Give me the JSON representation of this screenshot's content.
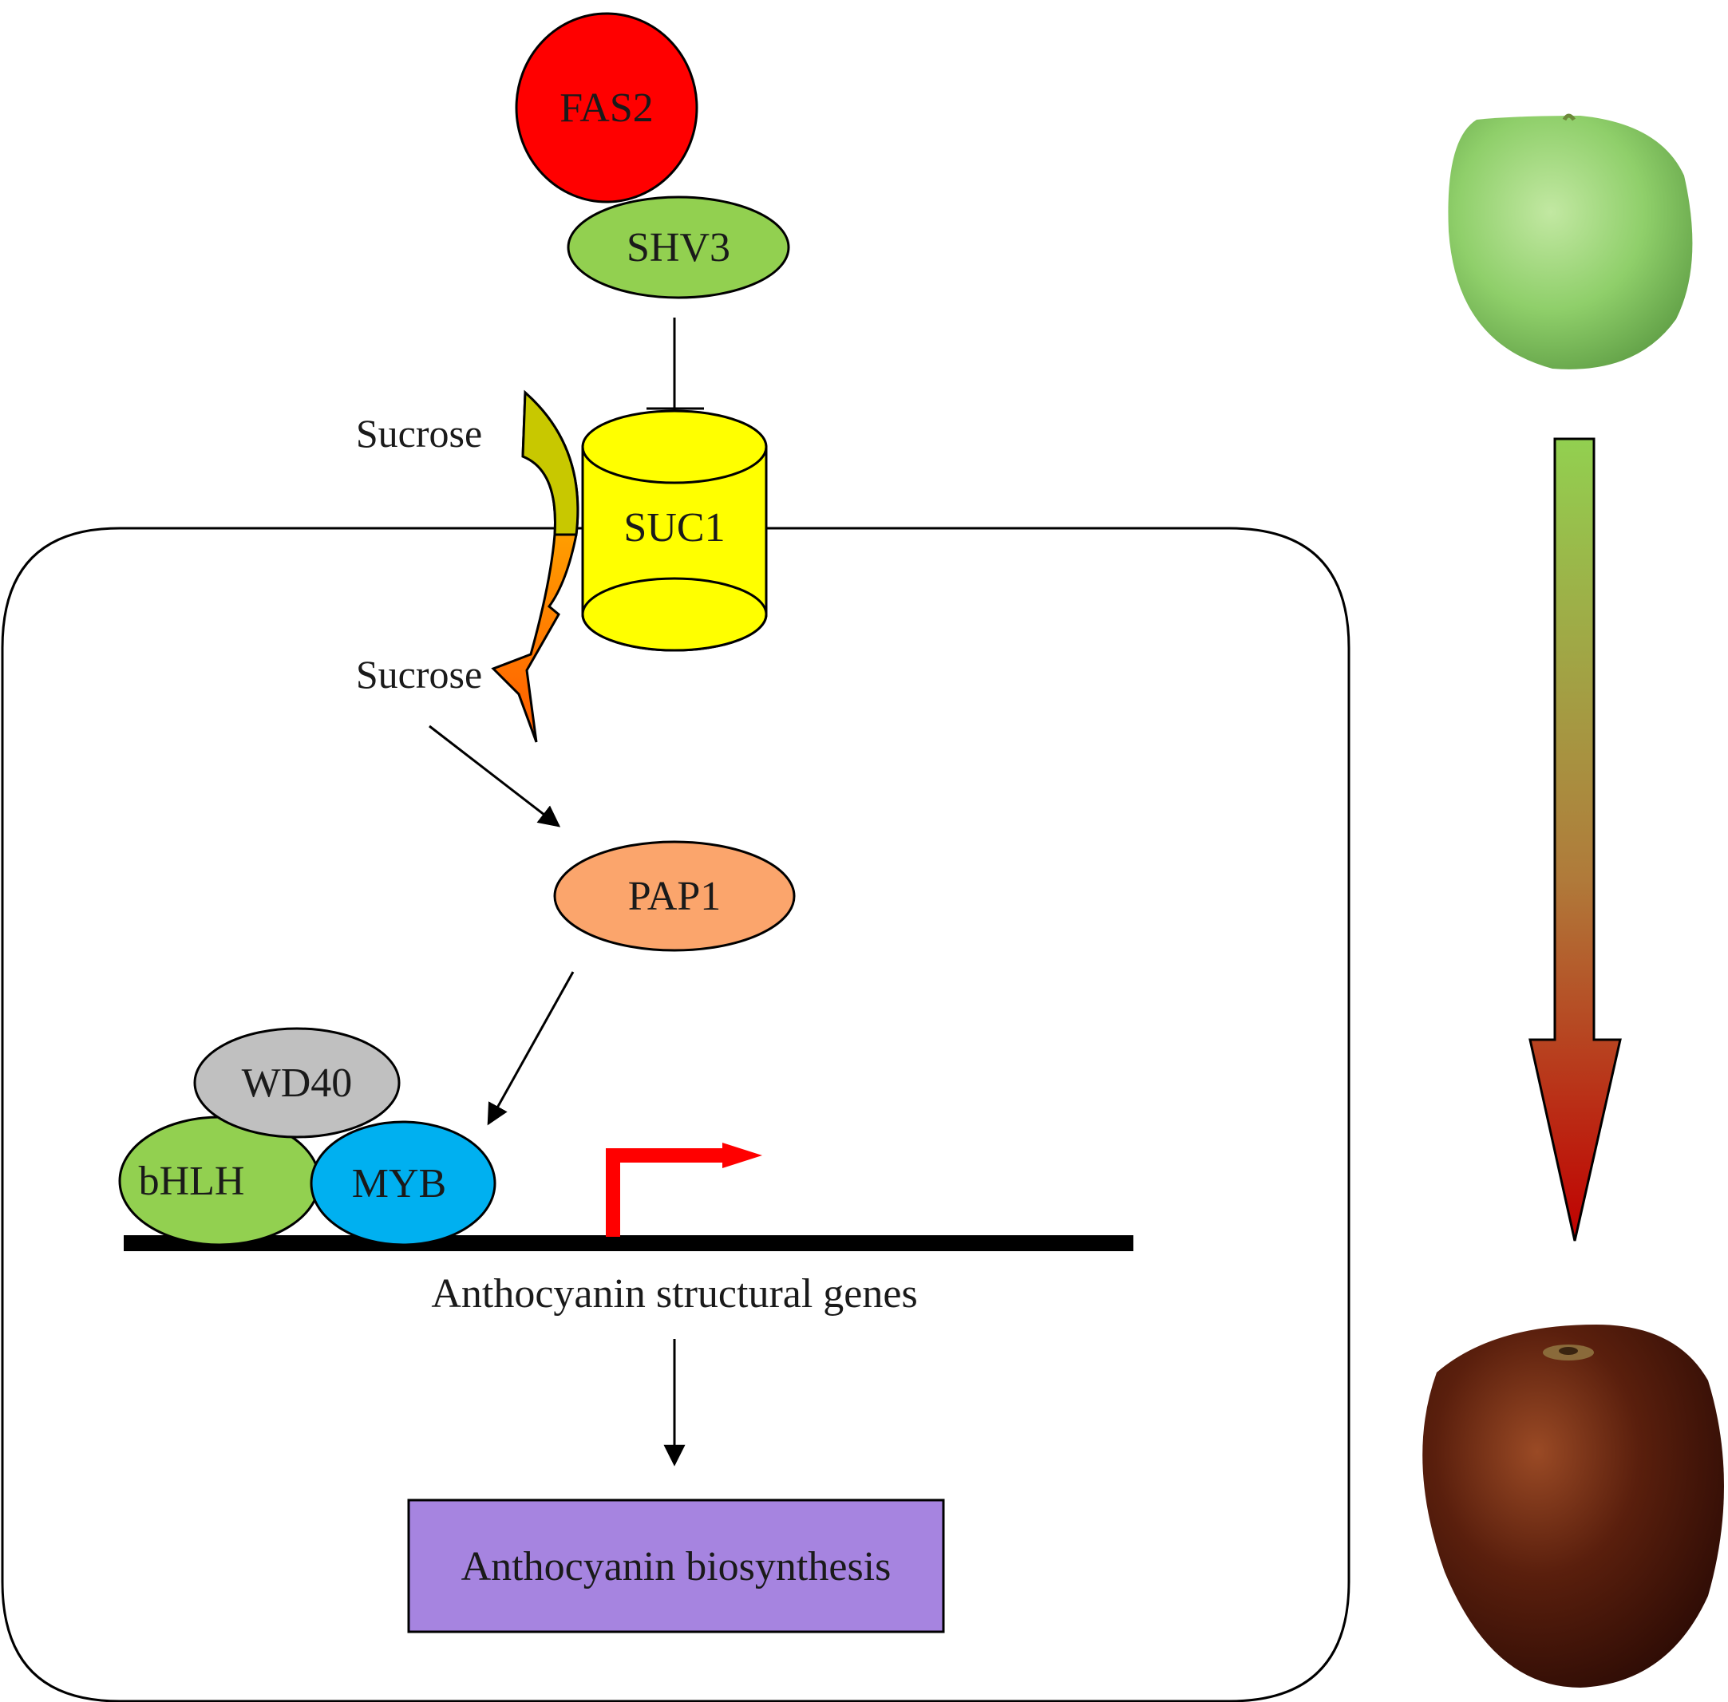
{
  "colors": {
    "fas2": "#ff0000",
    "green": "#92d050",
    "pap1": "#fba56c",
    "wd40": "#c0c0c0",
    "myb": "#00b0f0",
    "suc1": "#ffff00",
    "box": "#a684e0",
    "promoter_arrow": "#ff0000",
    "sucrose_in_top": "#d4cc00",
    "sucrose_in_bottom": "#ff6600",
    "gradient_top": "#92d050",
    "gradient_bottom": "#c00000"
  },
  "icons": {
    "inhibition": "t-bar-inhibition-icon",
    "membrane_transporter": "cylinder-transporter-icon",
    "sucrose_flow": "curved-arrow-icon",
    "promoter": "promoter-arrow-icon",
    "green_fruit": "green-apple-photo",
    "red_fruit": "red-apple-photo",
    "ripening": "gradient-down-arrow-icon"
  },
  "labels": {
    "fas2": "FAS2",
    "shv3": "SHV3",
    "suc1": "SUC1",
    "sucrose_outside": "Sucrose",
    "sucrose_inside": "Sucrose",
    "pap1": "PAP1",
    "wd40": "WD40",
    "bhlh": "bHLH",
    "myb": "MYB",
    "genes": "Anthocyanin structural genes",
    "biosynthesis": "Anthocyanin biosynthesis"
  }
}
